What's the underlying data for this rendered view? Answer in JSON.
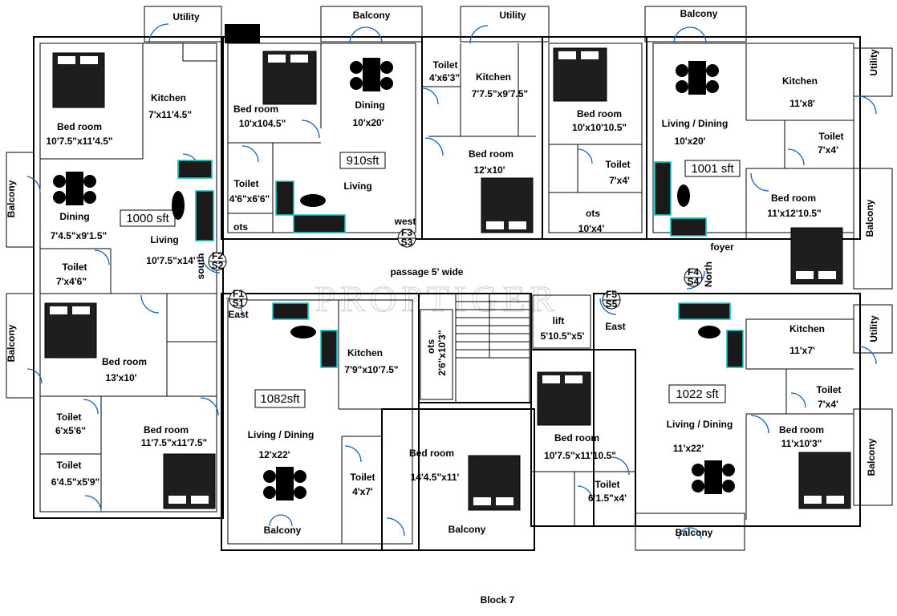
{
  "watermark": "PROPTIGER",
  "caption": "Block 7",
  "flat_areas": [
    {
      "id": "a1",
      "text": "1000 sft"
    },
    {
      "id": "a2",
      "text": "910sft"
    },
    {
      "id": "a3",
      "text": "1001 sft"
    },
    {
      "id": "a4",
      "text": "1082sft"
    },
    {
      "id": "a5",
      "text": "1022 sft"
    }
  ],
  "room_labels": [
    {
      "id": "r1",
      "text": "Utility"
    },
    {
      "id": "r2",
      "text": "Balcony"
    },
    {
      "id": "r3",
      "text": "Utility"
    },
    {
      "id": "r4",
      "text": "Balcony"
    },
    {
      "id": "r5",
      "text": "Utility"
    },
    {
      "id": "r6",
      "text": "Bed room"
    },
    {
      "id": "r7",
      "text": "10'7.5\"x11'4.5\""
    },
    {
      "id": "r8",
      "text": "Kitchen"
    },
    {
      "id": "r9",
      "text": "7'x11'4.5\""
    },
    {
      "id": "r10",
      "text": "Bed room"
    },
    {
      "id": "r11",
      "text": "10'x104.5\""
    },
    {
      "id": "r12",
      "text": "Dining"
    },
    {
      "id": "r13",
      "text": "10'x20'"
    },
    {
      "id": "r14",
      "text": "Toilet"
    },
    {
      "id": "r15",
      "text": "4'x6'3\""
    },
    {
      "id": "r16",
      "text": "Kitchen"
    },
    {
      "id": "r17",
      "text": "7'7.5\"x9'7.5\""
    },
    {
      "id": "r18",
      "text": "Bed room"
    },
    {
      "id": "r19",
      "text": "10'x10'10.5\""
    },
    {
      "id": "r20",
      "text": "Living / Dining"
    },
    {
      "id": "r21",
      "text": "10'x20'"
    },
    {
      "id": "r22",
      "text": "Kitchen"
    },
    {
      "id": "r23",
      "text": "11'x8'"
    },
    {
      "id": "r24",
      "text": "Toilet"
    },
    {
      "id": "r25",
      "text": "7'x4'"
    },
    {
      "id": "r26",
      "text": "Balcony"
    },
    {
      "id": "r27",
      "text": "Dining"
    },
    {
      "id": "r28",
      "text": "7'4.5\"x9'1.5\""
    },
    {
      "id": "r29",
      "text": "Living"
    },
    {
      "id": "r30",
      "text": "10'7.5\"x14'"
    },
    {
      "id": "r31",
      "text": "Toilet"
    },
    {
      "id": "r32",
      "text": "4'6\"x6'6\""
    },
    {
      "id": "r33",
      "text": "ots"
    },
    {
      "id": "r34",
      "text": "Living"
    },
    {
      "id": "r35",
      "text": "Bed room"
    },
    {
      "id": "r36",
      "text": "12'x10'"
    },
    {
      "id": "r37",
      "text": "Toilet"
    },
    {
      "id": "r38",
      "text": "7'x4'"
    },
    {
      "id": "r39",
      "text": "ots"
    },
    {
      "id": "r40",
      "text": "10'x4'"
    },
    {
      "id": "r41",
      "text": "Bed room"
    },
    {
      "id": "r42",
      "text": "11'x12'10.5\""
    },
    {
      "id": "r43",
      "text": "Balcony"
    },
    {
      "id": "r44",
      "text": "Toilet"
    },
    {
      "id": "r45",
      "text": "7'x4'6\""
    },
    {
      "id": "r46",
      "text": "passage 5' wide"
    },
    {
      "id": "r47",
      "text": "foyer"
    },
    {
      "id": "r48",
      "text": "Balcony"
    },
    {
      "id": "r49",
      "text": "Bed room"
    },
    {
      "id": "r50",
      "text": "13'x10'"
    },
    {
      "id": "r51",
      "text": "Kitchen"
    },
    {
      "id": "r52",
      "text": "7'9\"x10'7.5\""
    },
    {
      "id": "r53",
      "text": "ots"
    },
    {
      "id": "r54",
      "text": "2'6\"x10'3\""
    },
    {
      "id": "r55",
      "text": "lift"
    },
    {
      "id": "r56",
      "text": "5'10.5\"x5'"
    },
    {
      "id": "r57",
      "text": "Kitchen"
    },
    {
      "id": "r58",
      "text": "11'x7'"
    },
    {
      "id": "r59",
      "text": "Utility"
    },
    {
      "id": "r60",
      "text": "Toilet"
    },
    {
      "id": "r61",
      "text": "6'x5'6\""
    },
    {
      "id": "r62",
      "text": "Bed room"
    },
    {
      "id": "r63",
      "text": "11'7.5\"x11'7.5\""
    },
    {
      "id": "r64",
      "text": "Living / Dining"
    },
    {
      "id": "r65",
      "text": "12'x22'"
    },
    {
      "id": "r66",
      "text": "Toilet"
    },
    {
      "id": "r67",
      "text": "4'x7'"
    },
    {
      "id": "r68",
      "text": "Bed room"
    },
    {
      "id": "r69",
      "text": "14'4.5\"x11'"
    },
    {
      "id": "r70",
      "text": "Bed room"
    },
    {
      "id": "r71",
      "text": "10'7.5\"x11'10.5\""
    },
    {
      "id": "r72",
      "text": "Living / Dining"
    },
    {
      "id": "r73",
      "text": "11'x22'"
    },
    {
      "id": "r74",
      "text": "Toilet"
    },
    {
      "id": "r75",
      "text": "7'x4'"
    },
    {
      "id": "r76",
      "text": "Bed room"
    },
    {
      "id": "r77",
      "text": "11'x10'3\""
    },
    {
      "id": "r78",
      "text": "Balcony"
    },
    {
      "id": "r79",
      "text": "Toilet"
    },
    {
      "id": "r80",
      "text": "6'4.5\"x5'9\""
    },
    {
      "id": "r81",
      "text": "Toilet"
    },
    {
      "id": "r82",
      "text": "6'1.5\"x4'"
    },
    {
      "id": "r83",
      "text": "Balcony"
    },
    {
      "id": "r84",
      "text": "Balcony"
    },
    {
      "id": "r85",
      "text": "Balcony"
    }
  ],
  "directions": [
    {
      "id": "d1",
      "text": "south"
    },
    {
      "id": "d2",
      "text": "East"
    },
    {
      "id": "d3",
      "text": "west"
    },
    {
      "id": "d4",
      "text": "North"
    },
    {
      "id": "d5",
      "text": "East"
    }
  ],
  "flat_markers": [
    {
      "id": "m1",
      "top": "F2",
      "bottom": "S2"
    },
    {
      "id": "m2",
      "top": "F1",
      "bottom": "S1"
    },
    {
      "id": "m3",
      "top": "F3",
      "bottom": "S3"
    },
    {
      "id": "m4",
      "top": "F4",
      "bottom": "S4"
    },
    {
      "id": "m5",
      "top": "F5",
      "bottom": "S5"
    }
  ]
}
